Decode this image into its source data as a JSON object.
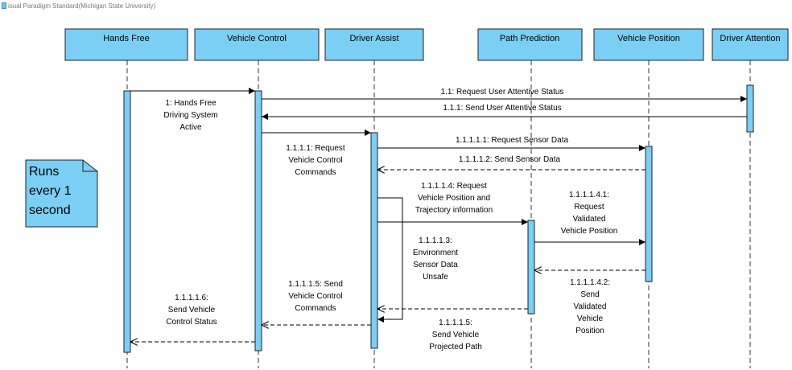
{
  "watermark": "isual Paradigm Standard(Michigan State University)",
  "lifelines": [
    {
      "id": "hf",
      "label": "Hands Free"
    },
    {
      "id": "vc",
      "label": "Vehicle Control"
    },
    {
      "id": "da",
      "label": "Driver Assist"
    },
    {
      "id": "pp",
      "label": "Path Prediction"
    },
    {
      "id": "vp",
      "label": "Vehicle Position"
    },
    {
      "id": "dat",
      "label": "Driver Attention"
    }
  ],
  "messages": [
    {
      "id": "m1",
      "from": "hf",
      "to": "vc",
      "kind": "sync",
      "lines": [
        "1: Hands Free",
        "Driving System",
        "Active"
      ]
    },
    {
      "id": "m1_1",
      "from": "vc",
      "to": "dat",
      "kind": "sync",
      "lines": [
        "1.1: Request User Attentive Status"
      ]
    },
    {
      "id": "m1_1_1",
      "from": "dat",
      "to": "vc",
      "kind": "sync",
      "lines": [
        "1.1.1: Send User Attentive Status"
      ]
    },
    {
      "id": "m1_1_1_1",
      "from": "vc",
      "to": "da",
      "kind": "sync",
      "lines": [
        "1.1.1.1: Request",
        "Vehicle Control",
        "Commands"
      ]
    },
    {
      "id": "m1_1_1_1_1",
      "from": "da",
      "to": "vp",
      "kind": "sync",
      "lines": [
        "1.1.1.1.1: Request Sensor Data"
      ]
    },
    {
      "id": "m1_1_1_1_2",
      "from": "vp",
      "to": "da",
      "kind": "reply",
      "lines": [
        "1.1.1.1.2: Send Sensor Data"
      ]
    },
    {
      "id": "m1_1_1_1_4",
      "from": "da",
      "to": "pp",
      "kind": "sync",
      "lines": [
        "1.1.1.1.4: Request",
        "Vehicle Position and",
        "Trajectory information"
      ]
    },
    {
      "id": "m1_1_1_1_3",
      "from": "da",
      "to": "da",
      "kind": "self",
      "lines": [
        "1.1.1.1.3:",
        "Environment",
        "Sensor Data",
        "Unsafe"
      ]
    },
    {
      "id": "m1_1_1_1_4_1",
      "from": "pp",
      "to": "vp",
      "kind": "sync",
      "lines": [
        "1.1.1.1.4.1:",
        "Request",
        "Validated",
        "Vehicle Position"
      ]
    },
    {
      "id": "m1_1_1_1_4_2",
      "from": "vp",
      "to": "pp",
      "kind": "reply",
      "lines": [
        "1.1.1.1.4.2:",
        "Send",
        "Validated",
        "Vehicle",
        "Position"
      ]
    },
    {
      "id": "m1_1_1_1_5b",
      "from": "pp",
      "to": "da",
      "kind": "reply",
      "lines": [
        "1.1.1.1.5:",
        "Send Vehicle",
        "Projected Path"
      ]
    },
    {
      "id": "m1_1_1_1_5",
      "from": "da",
      "to": "vc",
      "kind": "reply",
      "lines": [
        "1.1.1.1.5: Send",
        "Vehicle Control",
        "Commands"
      ]
    },
    {
      "id": "m1_1_1_1_6",
      "from": "vc",
      "to": "hf",
      "kind": "reply",
      "lines": [
        "1.1.1.1.6:",
        "Send Vehicle",
        "Control Status"
      ]
    }
  ],
  "note": {
    "lines": [
      "Runs",
      "every 1",
      "second"
    ]
  },
  "colors": {
    "fill": "#7ccff4",
    "stroke": "#202020"
  }
}
